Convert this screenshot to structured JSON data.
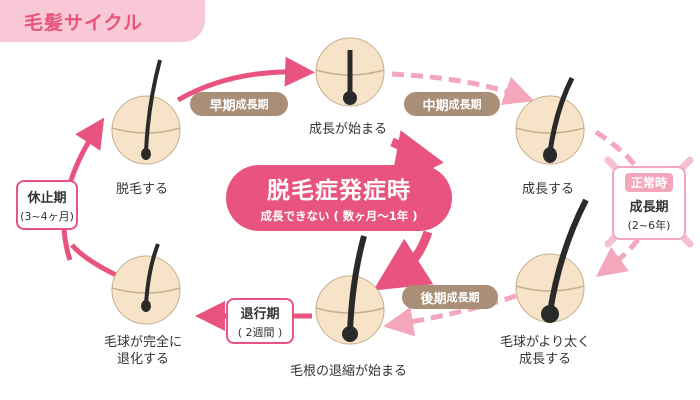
{
  "title": "毛髪サイクル",
  "center": {
    "main": "脱毛症発症時",
    "sub": "成長できない ( 数ヶ月〜1年 )"
  },
  "stages": {
    "start": "成長が始まる",
    "growing": "成長する",
    "thick": "毛球がより太く\n成長する",
    "root_retreat": "毛根の退縮が始まる",
    "regressed": "毛球が完全に\n退化する",
    "shed": "脱毛する"
  },
  "phases": {
    "early": {
      "main": "早期",
      "suffix": "成長期"
    },
    "mid": {
      "main": "中期",
      "suffix": "成長期"
    },
    "late": {
      "main": "後期",
      "suffix": "成長期"
    },
    "catagen": {
      "main": "退行期",
      "sub": "( 2週間 )"
    },
    "telogen": {
      "main": "休止期",
      "sub": "(3~4ヶ月)"
    },
    "anagen": {
      "main": "成長期",
      "sub": "(2~6年)",
      "tag": "正常時"
    }
  },
  "colors": {
    "accent": "#e8547f",
    "light_accent": "#f4a6bd",
    "pill": "#a98e78",
    "skin": "#f6e3c8",
    "hair": "#2a2a2a"
  }
}
